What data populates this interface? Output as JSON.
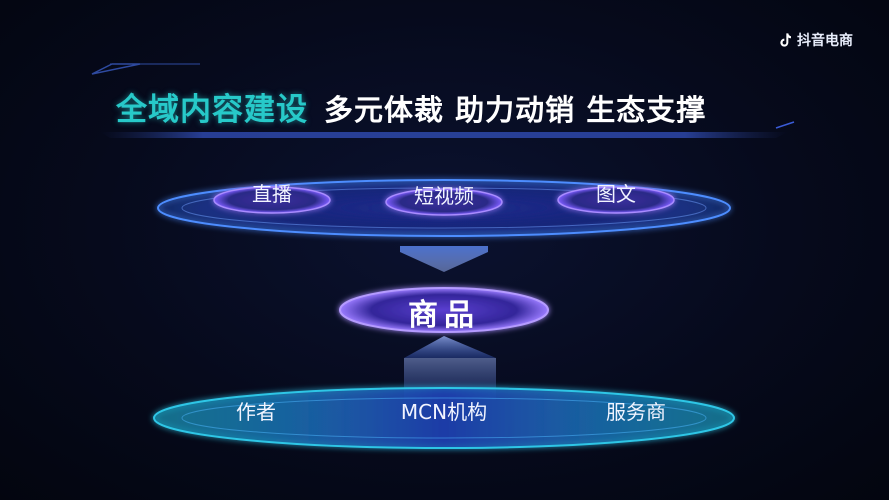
{
  "brand": {
    "name": "抖音电商",
    "icon": "tiktok-note-icon"
  },
  "title": {
    "highlight": "全域内容建设",
    "rest": "多元体裁 助力动销 生态支撑"
  },
  "top_items": [
    "直播",
    "短视频",
    "图文"
  ],
  "center": "商品",
  "bottom_items": [
    "作者",
    "MCN机构",
    "服务商"
  ],
  "colors": {
    "background": "#060a1c",
    "accent_cyan": "#27c9c9",
    "glow_blue": "#3b8cff",
    "glow_violet": "#8e6bff"
  }
}
